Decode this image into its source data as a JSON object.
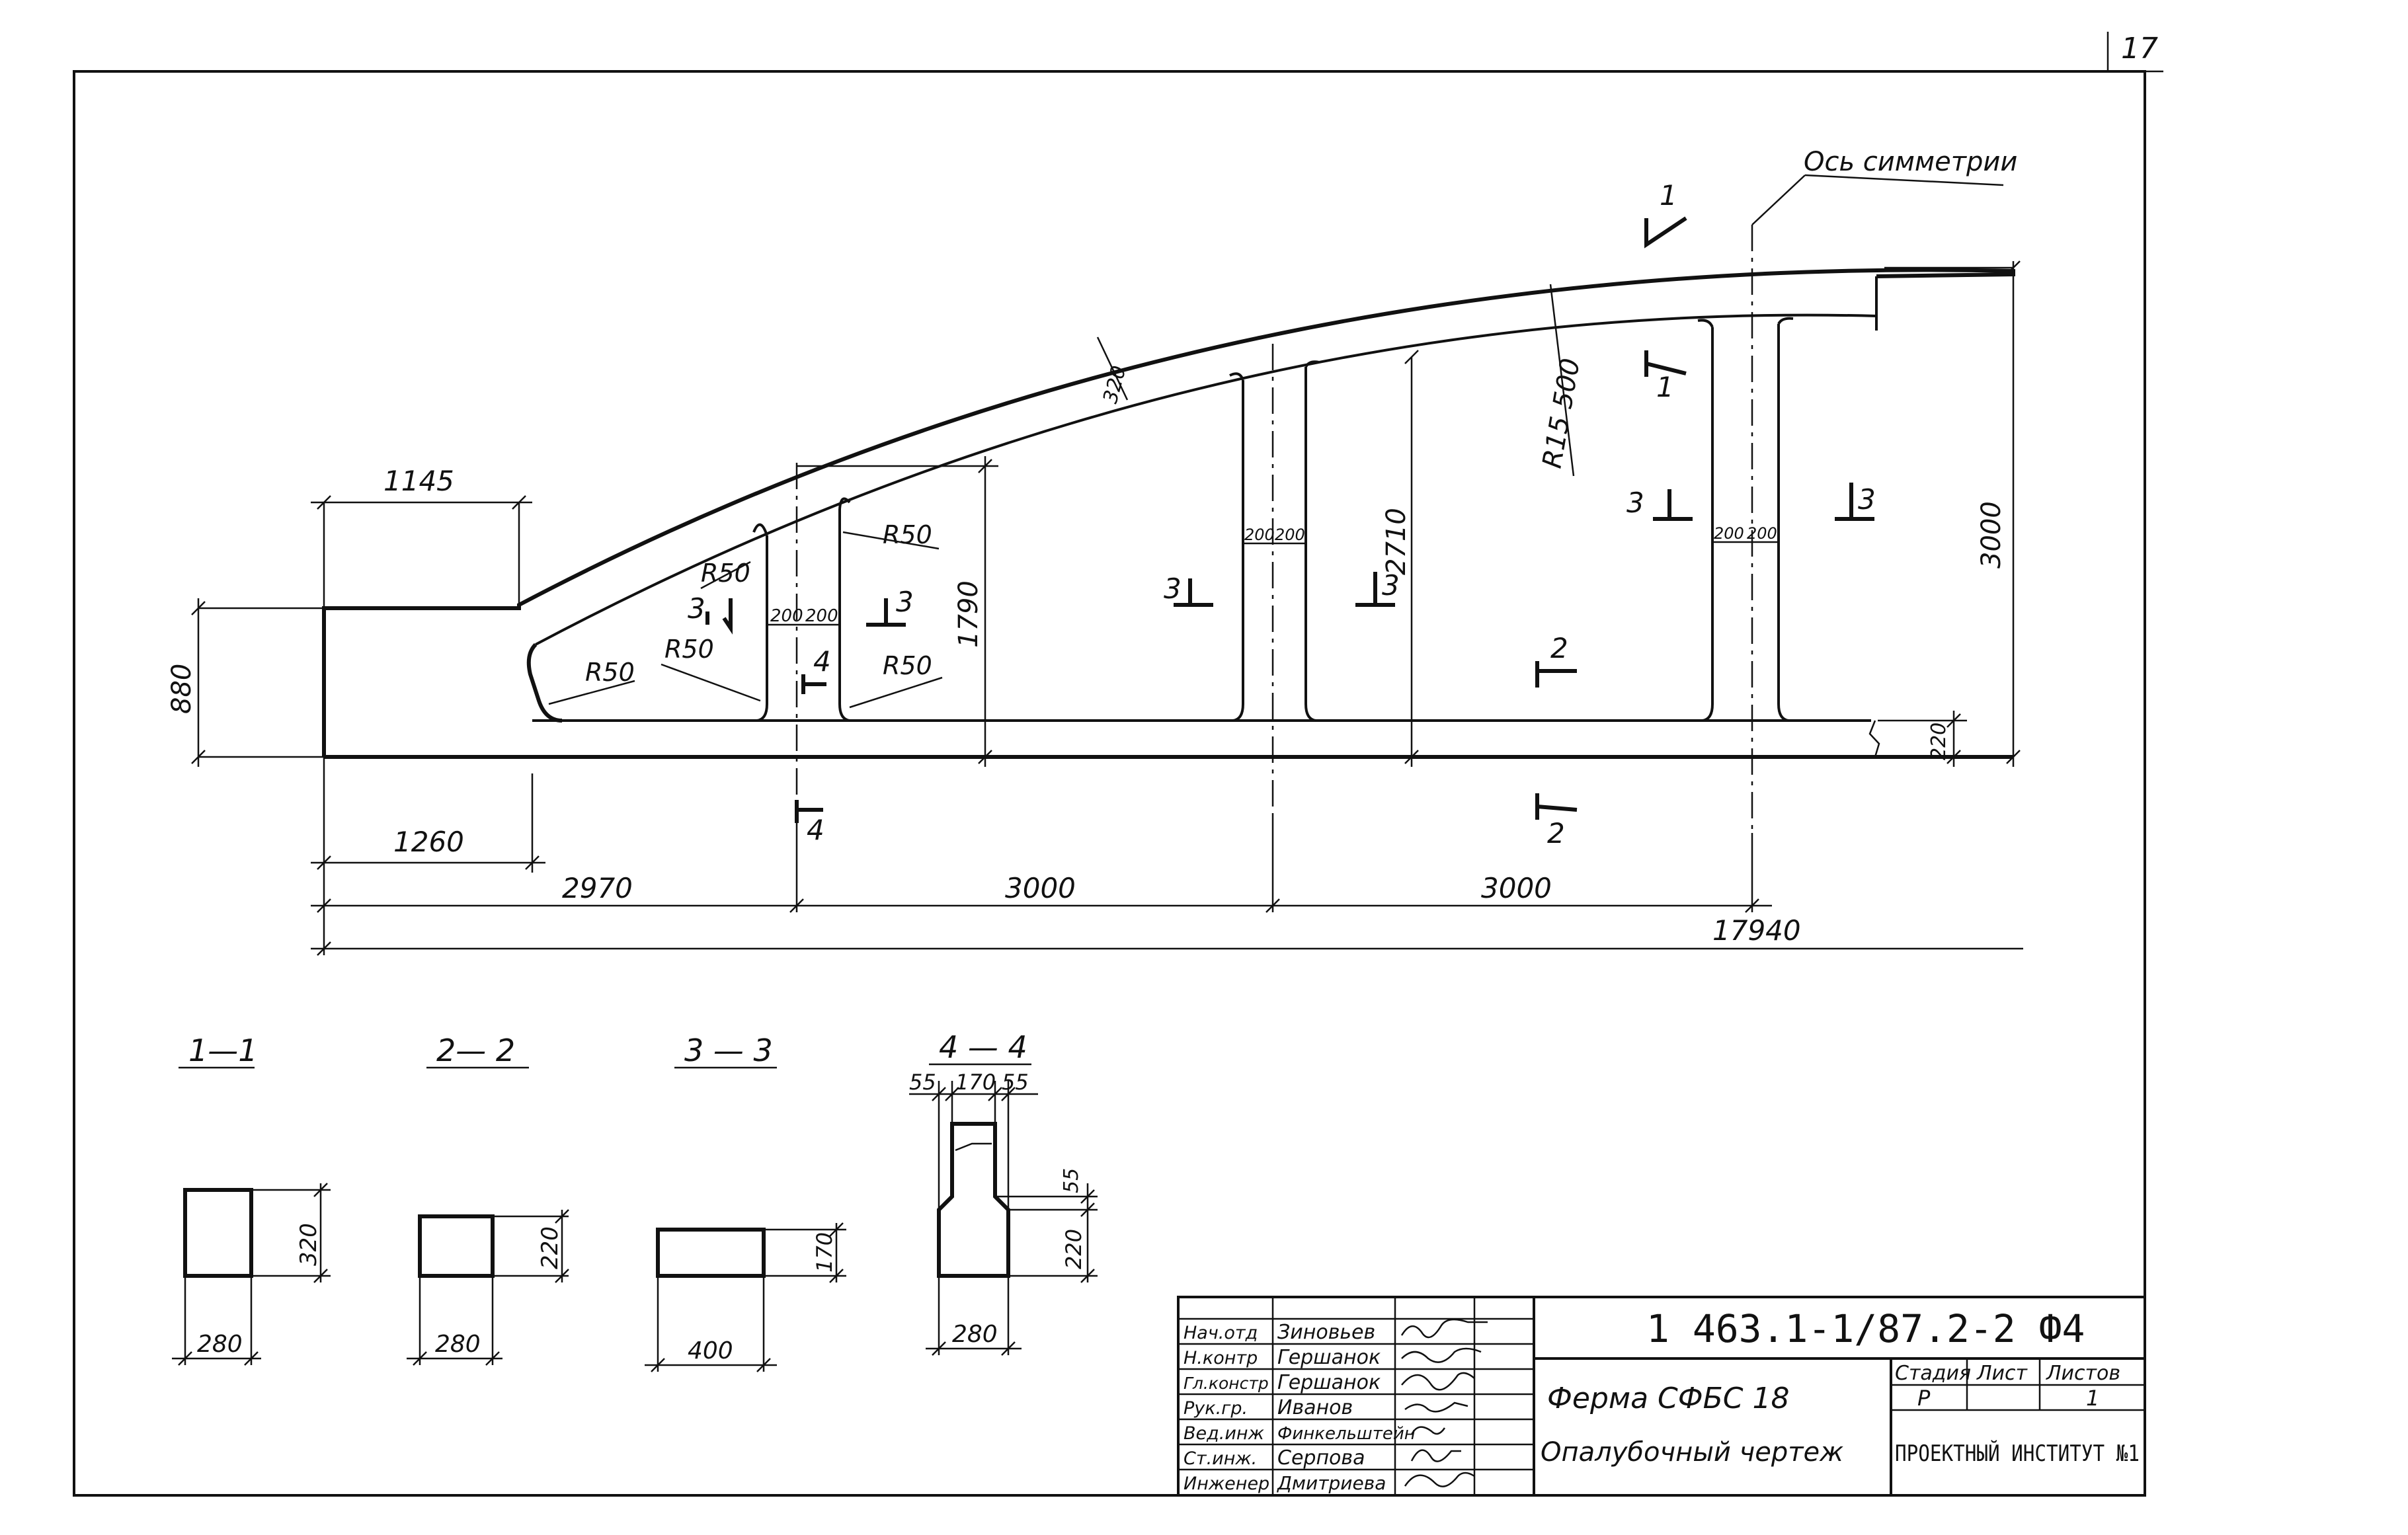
{
  "sheet_number": "17",
  "symmetry_axis_label": "Ось симметрии",
  "dimensions": {
    "d1145": "1145",
    "d880": "880",
    "d1260": "1260",
    "d2970": "2970",
    "d3000a": "3000",
    "d3000b": "3000",
    "d17940": "17940",
    "d1790": "1790",
    "d2710": "2710",
    "d3000h": "3000",
    "d320": "320",
    "d220": "220",
    "r15500": "R15 500",
    "r50": "R50",
    "w200": "200",
    "w200b": "200"
  },
  "section_marks": {
    "s1": "1",
    "s2": "2",
    "s3": "3",
    "s4": "4"
  },
  "sections": [
    {
      "title": "1—1",
      "width": "280",
      "height": "320"
    },
    {
      "title": "2— 2",
      "width": "280",
      "height": "220"
    },
    {
      "title": "3 — 3",
      "width": "400",
      "height": "170"
    },
    {
      "title": "4 — 4",
      "width": "280",
      "height": "220",
      "top_left": "55",
      "top_mid": "170",
      "top_right": "55",
      "side_top": "55"
    }
  ],
  "title_block": {
    "document_code": "1 463.1-1/87.2-2 Ф4",
    "name_line1": "Ферма СФБС 18",
    "name_line2": "Опалубочный чертеж",
    "stage_header": "Стадия",
    "sheet_header": "Лист",
    "sheets_header": "Листов",
    "stage_value": "Р",
    "sheet_value": "",
    "sheets_value": "1",
    "organization": "ПРОЕКТНЫЙ ИНСТИТУТ №1",
    "staff": [
      {
        "role": "Нач.отд",
        "name": "Зиновьев"
      },
      {
        "role": "Н.контр",
        "name": "Гершанок"
      },
      {
        "role": "Гл.констр",
        "name": "Гершанок"
      },
      {
        "role": "Рук.гр.",
        "name": "Иванов"
      },
      {
        "role": "Вед.инж",
        "name": "Финкельштейн"
      },
      {
        "role": "Ст.инж.",
        "name": "Серпова"
      },
      {
        "role": "Инженер",
        "name": "Дмитриева"
      }
    ]
  }
}
